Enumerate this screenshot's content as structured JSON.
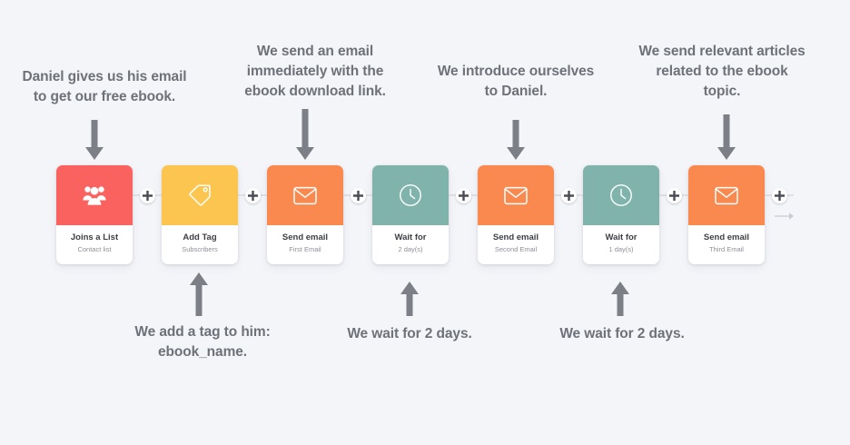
{
  "canvas": {
    "background_color": "#f4f5f9",
    "text_color": "#6e7178",
    "arrow_color": "#7c7f86",
    "connector_color": "#c9cbd2"
  },
  "flow": {
    "nodes": [
      {
        "title": "Joins a List",
        "subtitle": "Contact list",
        "icon": "people-group-icon",
        "color": "#f9625f"
      },
      {
        "title": "Add Tag",
        "subtitle": "Subscribers",
        "icon": "tag-icon",
        "color": "#fcc550"
      },
      {
        "title": "Send email",
        "subtitle": "First Email",
        "icon": "envelope-icon",
        "color": "#f9894f"
      },
      {
        "title": "Wait for",
        "subtitle": "2 day(s)",
        "icon": "clock-icon",
        "color": "#7fb3ab"
      },
      {
        "title": "Send email",
        "subtitle": "Second Email",
        "icon": "envelope-icon",
        "color": "#f9894f"
      },
      {
        "title": "Wait for",
        "subtitle": "1 day(s)",
        "icon": "clock-icon",
        "color": "#7fb3ab"
      },
      {
        "title": "Send email",
        "subtitle": "Third Email",
        "icon": "envelope-icon",
        "color": "#f9894f"
      }
    ],
    "add_step_label": "+"
  },
  "annotations": {
    "top": [
      {
        "lines": [
          "Daniel gives us his email",
          "to get our free ebook."
        ],
        "target_node": 0
      },
      {
        "lines": [
          "We send an email",
          "immediately with the",
          "ebook download link."
        ],
        "target_node": 2
      },
      {
        "lines": [
          "We introduce ourselves",
          "to Daniel."
        ],
        "target_node": 4
      },
      {
        "lines": [
          "We send relevant articles",
          "related to the ebook",
          "topic."
        ],
        "target_node": 6
      }
    ],
    "bottom": [
      {
        "lines": [
          "We add a tag to him:",
          "ebook_name."
        ],
        "target_node": 1
      },
      {
        "lines": [
          "We wait for 2 days."
        ],
        "target_node": 3
      },
      {
        "lines": [
          "We wait for 2 days."
        ],
        "target_node": 5
      }
    ]
  }
}
